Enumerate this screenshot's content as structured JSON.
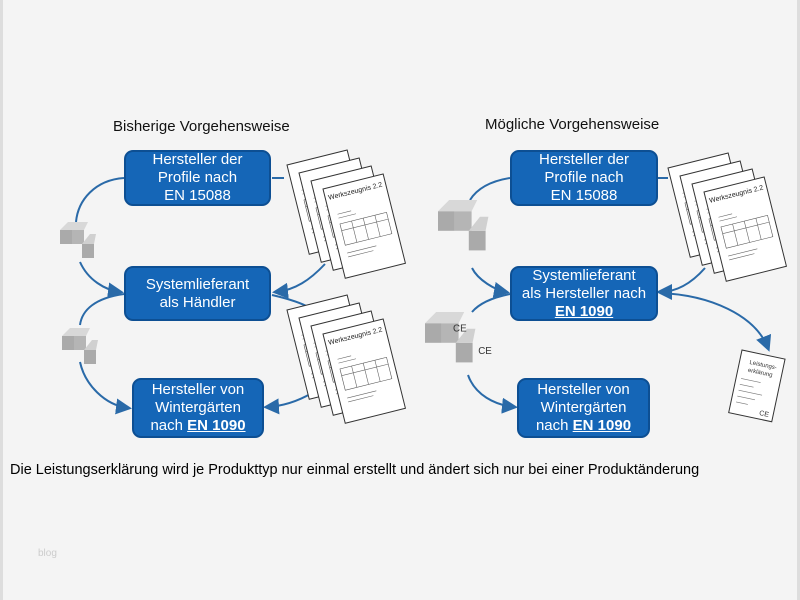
{
  "left": {
    "title": "Bisherige Vorgehensweise",
    "box1": [
      "Hersteller der",
      "Profile nach",
      "EN 15088"
    ],
    "box2": [
      "Systemlieferant",
      "als Händler"
    ],
    "box3": {
      "line1": "Hersteller von",
      "line2": "Wintergärten",
      "prefix": "nach ",
      "standard": "EN 1090"
    }
  },
  "right": {
    "title": "Mögliche Vorgehensweise",
    "box1": [
      "Hersteller der",
      "Profile nach",
      "EN 15088"
    ],
    "box2": {
      "line1": "Systemlieferant",
      "line2": "als Hersteller nach",
      "standard": "EN 1090"
    },
    "box3": {
      "line1": "Hersteller von",
      "line2": "Wintergärten",
      "prefix": "nach ",
      "standard": "EN 1090"
    }
  },
  "document_label": "Werkszeugnis 2.2",
  "declaration_label": [
    "Leistungs-",
    "erklärung"
  ],
  "ce_mark": "CE",
  "caption": "Die Leistungserklärung wird je Produkttyp nur einmal erstellt und ändert sich nur bei einer Produktänderung",
  "watermark": "blog",
  "colors": {
    "box": "#1566b7",
    "arrow": "#2a6aa8"
  }
}
